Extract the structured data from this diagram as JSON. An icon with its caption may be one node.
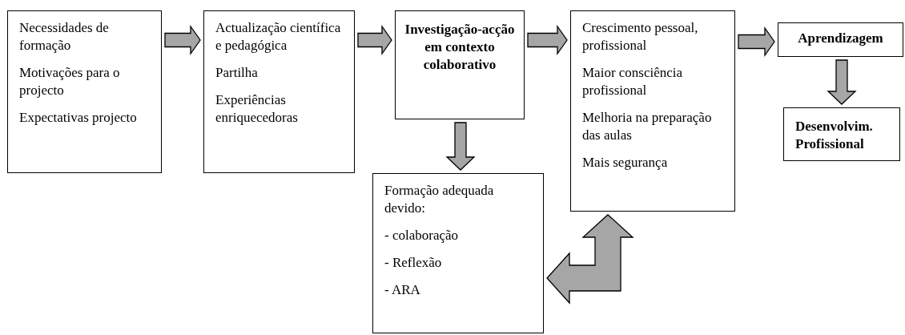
{
  "diagram": {
    "nodes": [
      {
        "text": [
          "Necessidades de formação",
          "Motivações para o projecto",
          "Expectativas projecto"
        ]
      },
      {
        "text": [
          "Actualização científica e pedagógica",
          "Partilha",
          "Experiências enriquecedoras"
        ]
      },
      {
        "text": [
          "Investigação-acção em contexto colaborativo"
        ]
      },
      {
        "text": [
          "Crescimento pessoal, profissional",
          "Maior consciência profissional",
          "Melhoria na preparação das aulas",
          "Mais segurança"
        ]
      },
      {
        "text": [
          "Aprendizagem"
        ]
      },
      {
        "text": [
          "Desenvolvim. Profissional"
        ]
      },
      {
        "text": [
          "Formação adequada devido:",
          "- colaboração",
          "- Reflexão",
          "- ARA"
        ]
      }
    ],
    "edges": [
      {
        "from": 0,
        "to": 1,
        "arrow": "to"
      },
      {
        "from": 1,
        "to": 2,
        "arrow": "to"
      },
      {
        "from": 2,
        "to": 3,
        "arrow": "to"
      },
      {
        "from": 3,
        "to": 4,
        "arrow": "to"
      },
      {
        "from": 4,
        "to": 5,
        "arrow": "to"
      },
      {
        "from": 2,
        "to": 6,
        "arrow": "to"
      },
      {
        "from": 6,
        "to": 3,
        "arrow": "both",
        "style": "thick"
      }
    ]
  }
}
